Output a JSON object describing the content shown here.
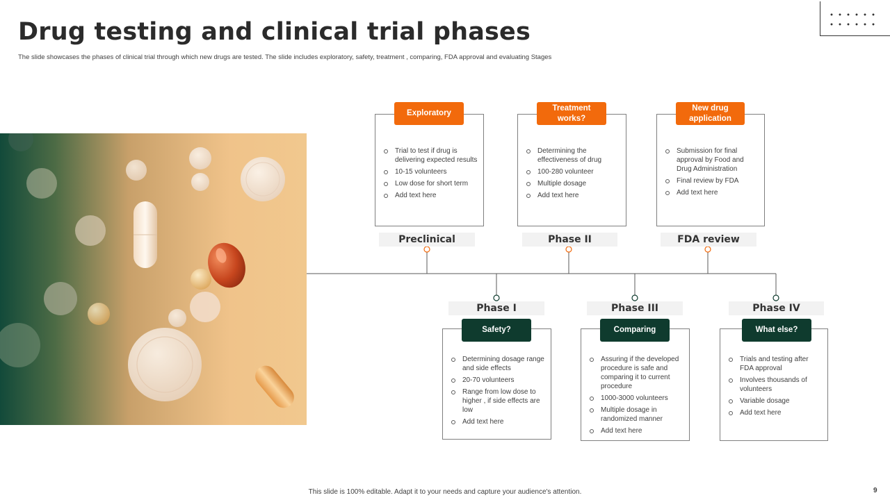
{
  "title": "Drug testing and clinical trial phases",
  "subtitle": "The slide showcases the phases of clinical trial through which new drugs are tested. The slide includes exploratory, safety, treatment , comparing, FDA approval and evaluating Stages",
  "colors": {
    "orange": "#f26a0c",
    "green": "#0f3b2e",
    "phase_bg": "#f2f2f2"
  },
  "top_stages": [
    {
      "phase": "Preclinical",
      "tag": "Exploratory",
      "points": [
        "Trial to test if drug is delivering expected results",
        "10-15 volunteers",
        "Low dose for short term",
        "Add text here"
      ]
    },
    {
      "phase": "Phase II",
      "tag": "Treatment works?",
      "points": [
        "Determining the effectiveness of drug",
        "100-280 volunteer",
        "Multiple dosage",
        "Add text here"
      ]
    },
    {
      "phase": "FDA review",
      "tag": "New drug application",
      "points": [
        "Submission for final approval by Food and Drug Administration",
        "Final review by FDA",
        "Add text here"
      ]
    }
  ],
  "bottom_stages": [
    {
      "phase": "Phase I",
      "tag": "Safety?",
      "points": [
        "Determining dosage range and side effects",
        "20-70 volunteers",
        "Range from low dose to higher , if side effects are low",
        "Add text here"
      ]
    },
    {
      "phase": "Phase III",
      "tag": "Comparing",
      "points": [
        "Assuring if the developed procedure is safe and comparing it to current procedure",
        "1000-3000 volunteers",
        "Multiple dosage in randomized manner",
        "Add text here"
      ]
    },
    {
      "phase": "Phase IV",
      "tag": "What else?",
      "points": [
        "Trials and testing after FDA approval",
        "Involves thousands of volunteers",
        "Variable dosage",
        "Add text here"
      ]
    }
  ],
  "footer": "This slide is 100% editable. Adapt it to your needs and capture your audience's attention.",
  "page_number": "9"
}
